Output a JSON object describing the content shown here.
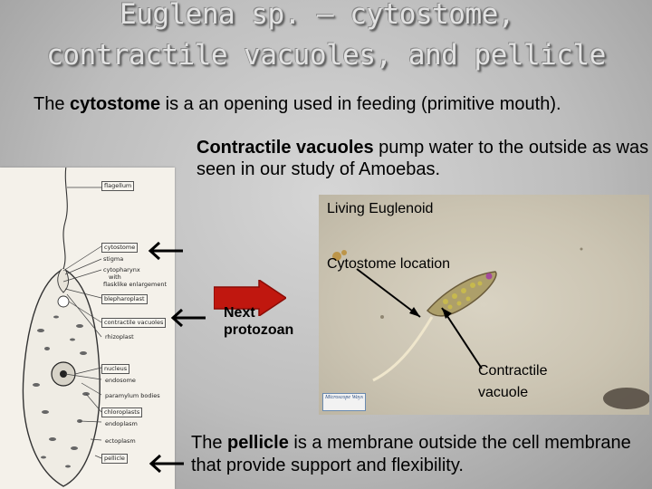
{
  "slide": {
    "title_line1": "Euglena sp. – cytostome,",
    "title_line2": "contractile vacuoles, and pellicle",
    "cytostome_para": {
      "term": "cytostome",
      "before": "The ",
      "after": " is a an opening used in feeding (primitive mouth)."
    },
    "contractile_para": {
      "term": "Contractile vacuoles",
      "after": " pump water to the outside as was seen in our study of Amoebas."
    },
    "pellicle_para": {
      "before": "The ",
      "term": "pellicle",
      "after": " is a membrane outside the cell membrane that provide support and flexibility."
    }
  },
  "diagram": {
    "labels": [
      "flagellum",
      "cytostome",
      "stigma",
      "cytopharynx",
      "with",
      "flasklike enlargement",
      "blepharoplast",
      "contractile vacuoles",
      "rhizoplast",
      "nucleus",
      "endosome",
      "paramylum bodies",
      "chloroplasts",
      "endoplasm",
      "ectoplasm",
      "pellicle"
    ]
  },
  "photo": {
    "label_top": "Living Euglenoid",
    "label_mid": "Cytostome location",
    "label_bottom_1": "Contractile",
    "label_bottom_2": "vacuole",
    "logo_text": "Microscope Ways"
  },
  "next_button": {
    "line1": "Next",
    "line2": "protozoan",
    "color": "#c0170f"
  }
}
